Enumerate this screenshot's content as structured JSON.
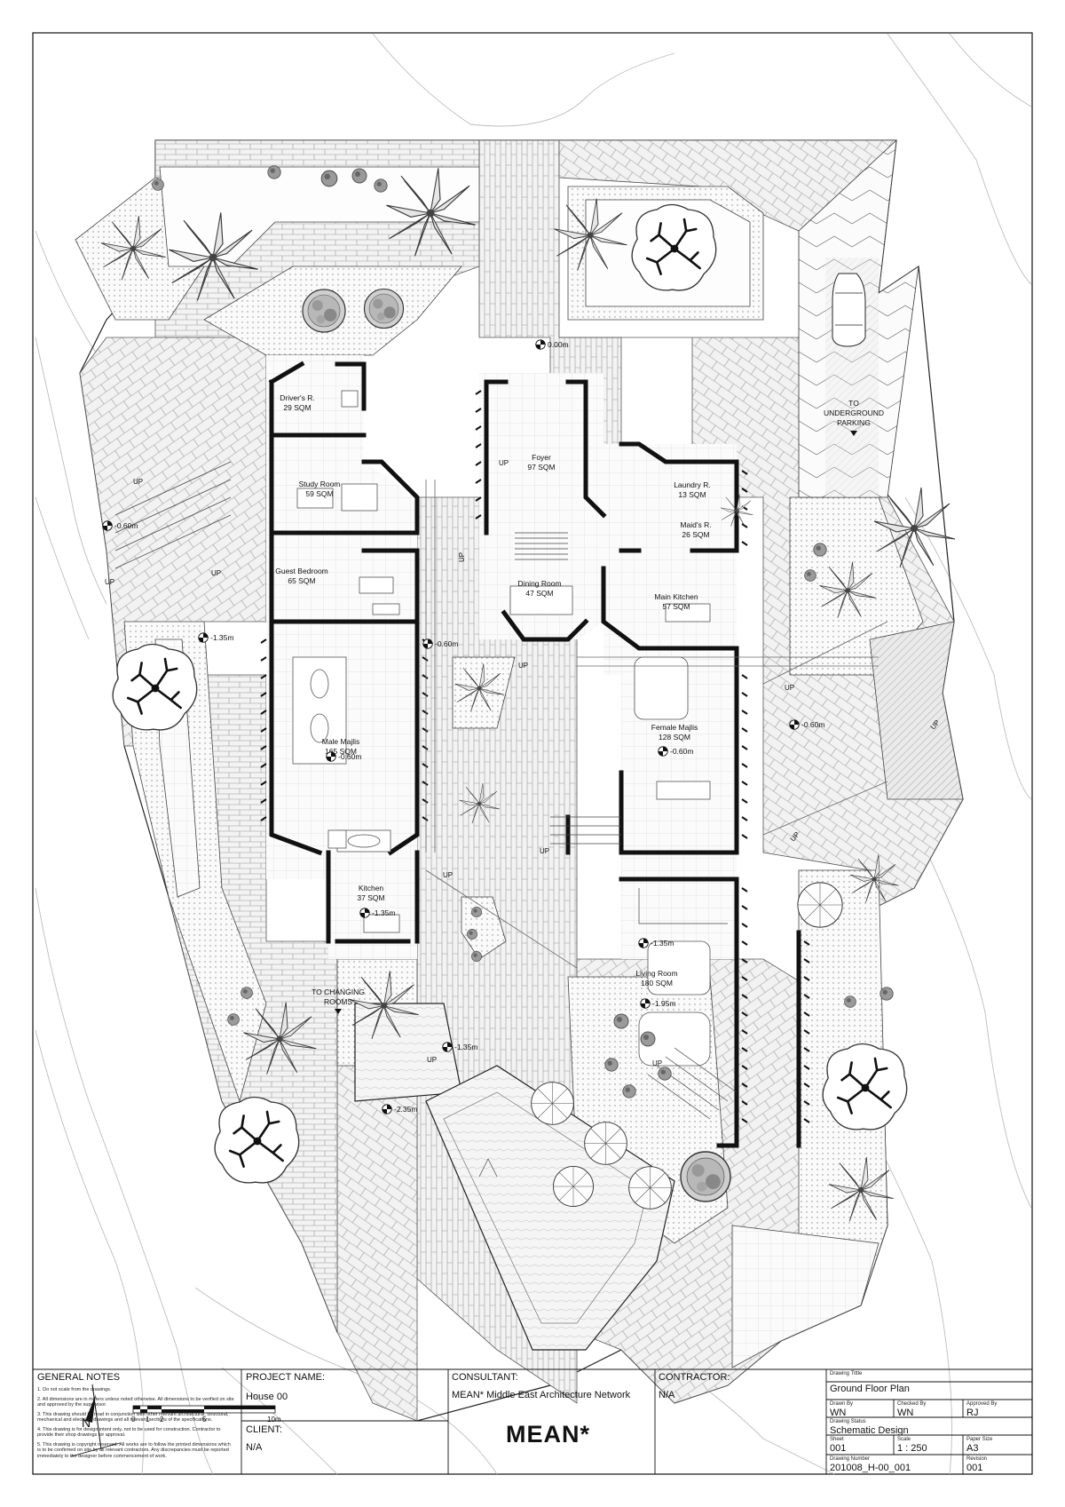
{
  "rooms": [
    {
      "id": "drivers",
      "name": "Driver's R.",
      "area": "29 SQM"
    },
    {
      "id": "study",
      "name": "Study Room",
      "area": "59 SQM"
    },
    {
      "id": "guest",
      "name": "Guest Bedroom",
      "area": "65 SQM"
    },
    {
      "id": "male_majlis",
      "name": "Male Majlis",
      "area": "165 SQM"
    },
    {
      "id": "kitchen",
      "name": "Kitchen",
      "area": "37 SQM"
    },
    {
      "id": "foyer",
      "name": "Foyer",
      "area": "97 SQM"
    },
    {
      "id": "dining",
      "name": "Dining Room",
      "area": "47 SQM"
    },
    {
      "id": "laundry",
      "name": "Laundry R.",
      "area": "13 SQM"
    },
    {
      "id": "maids",
      "name": "Maid's R.",
      "area": "26 SQM"
    },
    {
      "id": "main_kitchen",
      "name": "Main Kitchen",
      "area": "57 SQM"
    },
    {
      "id": "female_majlis",
      "name": "Female Majlis",
      "area": "128 SQM"
    },
    {
      "id": "living",
      "name": "Living Room",
      "area": "180 SQM"
    }
  ],
  "levels": [
    "0.00m",
    "-0.60m",
    "-1.35m",
    "-0.60m",
    "-0.60m",
    "-0.60m",
    "-0.60m",
    "-1.35m",
    "-1.35m",
    "-1.95m",
    "-1.35m",
    "-2.35m"
  ],
  "up_label": "UP",
  "annotations": {
    "parking_l1": "TO",
    "parking_l2": "UNDERGROUND",
    "parking_l3": "PARKING",
    "changing_l1": "TO CHANGING",
    "changing_l2": "ROOMS"
  },
  "north": "N",
  "scale_bar": [
    "0",
    "1",
    "2",
    "5",
    "10m"
  ],
  "title_block": {
    "notes_title": "GENERAL NOTES",
    "notes": [
      "1. Do not scale from the drawings.",
      "2. All dimensions are in meters unless noted otherwise. All dimensions to be verified on site and approved by the supervisor.",
      "3. This drawing should be read in conjunction with other relevant architectural, structural, mechanical and electrical drawings and all relevant sections of the specifications.",
      "4. This drawing is for design intent only, not to be used for construction. Contractor to provide their shop drawings for approval.",
      "5. This drawing is copyright reserved. All works are to follow the printed dimensions which is to be confirmed on site by all relevant contractors. Any discrepancies must be reported immediately to the designer before commencement of work."
    ],
    "project_label": "PROJECT NAME:",
    "project_value": "House 00",
    "client_label": "CLIENT:",
    "client_value": "N/A",
    "consultant_label": "CONSULTANT:",
    "consultant_value": "MEAN* Middle East Architecture Network",
    "logo": "MEAN*",
    "contractor_label": "CONTRACTOR:",
    "contractor_value": "N/A",
    "drawing_title_label": "Drawing Tittle",
    "drawing_title": "Ground Floor Plan",
    "drawn_by_label": "Drawn By",
    "drawn_by": "WN",
    "checked_by_label": "Checked By",
    "checked_by": "WN",
    "approved_by_label": "Approved By",
    "approved_by": "RJ",
    "status_label": "Drawing Status",
    "status": "Schematic Design",
    "sheet_label": "Sheet",
    "sheet": "001",
    "scale_label": "Scale",
    "scale": "1 : 250",
    "paper_label": "Paper Size",
    "paper": "A3",
    "number_label": "Drawing Number",
    "number": "201008_H-00_001",
    "revision_label": "Revision",
    "revision": "001"
  }
}
